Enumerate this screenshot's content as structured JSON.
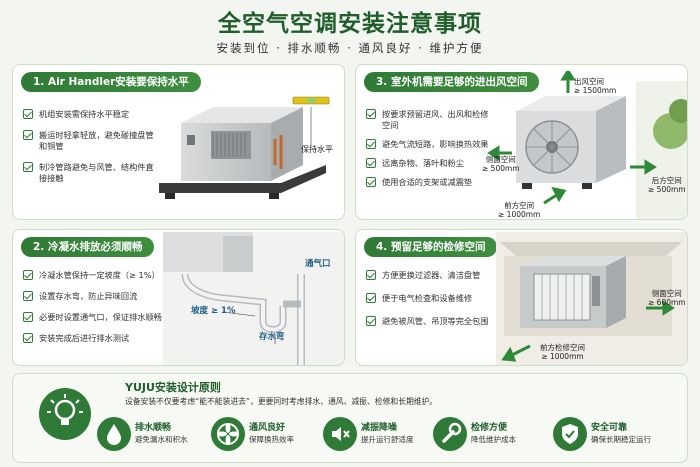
{
  "header": {
    "title": "全空气空调安装注意事项",
    "subtitle": "安装到位 · 排水顺畅 · 通风良好 · 维护方便"
  },
  "panel1": {
    "title": "1. Air Handler安装要保持水平",
    "items": [
      "机组安装需保持水平稳定",
      "搬运时轻拿轻放，避免碰撞盘管和铜管",
      "制冷管路避免与风管、结构件直接接触"
    ],
    "label_level": "保持水平"
  },
  "panel2": {
    "title": "2. 冷凝水排放必须顺畅",
    "items": [
      "冷凝水管保持一定坡度（≥ 1%）",
      "设置存水弯，防止异味回流",
      "必要时设置通气口，保证排水顺畅",
      "安装完成后进行排水测试"
    ],
    "label_vent": "通气口",
    "label_slope": "坡度 ≥ 1%",
    "label_trap": "存水弯"
  },
  "panel3": {
    "title": "3. 室外机需要足够的进出风空间",
    "items": [
      "按要求预留进风、出风和检修空间",
      "避免气流短路，影响换热效果",
      "远离杂物、落叶和粉尘",
      "使用合适的支架或减震垫"
    ],
    "top_label": "出风空间",
    "top_value": "≥ 1500mm",
    "left_label": "侧面空间",
    "left_value": "≥ 500mm",
    "right_label": "后方空间",
    "right_value": "≥ 500mm",
    "front_label": "前方空间",
    "front_value": "≥ 1000mm"
  },
  "panel4": {
    "title": "4. 预留足够的检修空间",
    "items": [
      "方便更换过滤器、清洁盘管",
      "便于电气检查和设备维修",
      "避免被风管、吊顶等完全包围"
    ],
    "side_label": "侧面空间",
    "side_value": "≥ 600mm",
    "front_label": "前方检修空间",
    "front_value": "≥ 1000mm"
  },
  "principles": {
    "title": "YUJU安装设计原则",
    "desc": "设备安装不仅要考虑“能不能装进去”，更要同时考虑排水、通风、减振、检修和长期维护。",
    "features": [
      {
        "title": "排水顺畅",
        "sub": "避免漏水和积水",
        "icon": "water-drop-icon"
      },
      {
        "title": "通风良好",
        "sub": "保障换热效率",
        "icon": "fan-icon"
      },
      {
        "title": "减振降噪",
        "sub": "提升运行舒适度",
        "icon": "mute-icon"
      },
      {
        "title": "检修方便",
        "sub": "降低维护成本",
        "icon": "wrench-icon"
      },
      {
        "title": "安全可靠",
        "sub": "确保长期稳定运行",
        "icon": "shield-check-icon"
      }
    ]
  },
  "colors": {
    "brand_green": "#2f7a36",
    "arrow_green": "#2e8a36",
    "background": "#f3f5f1"
  }
}
